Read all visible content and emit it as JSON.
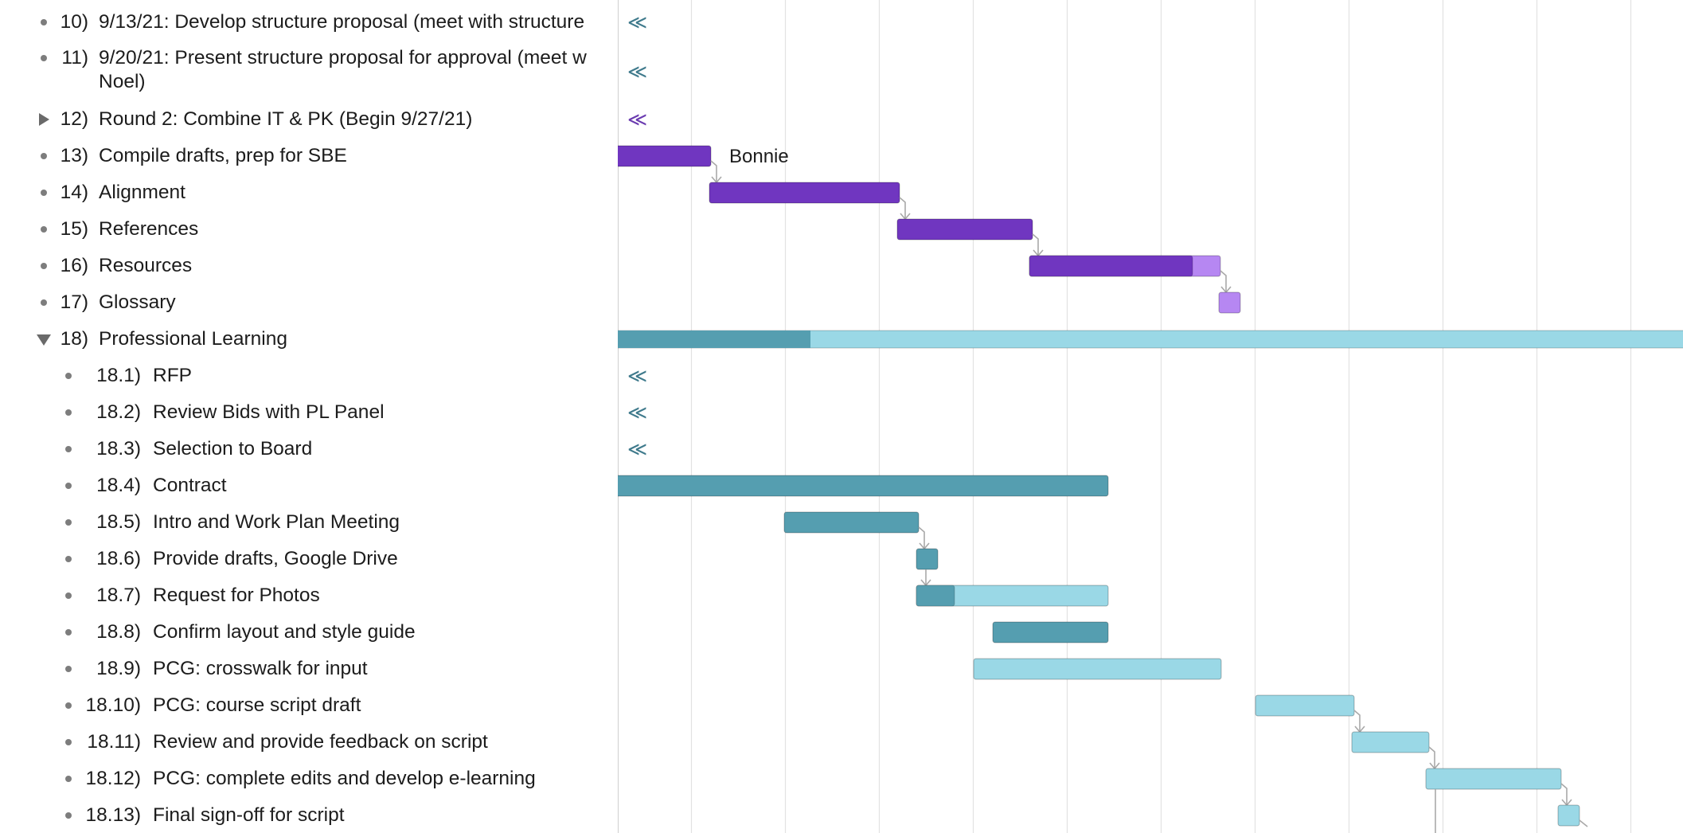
{
  "outline": {
    "rows": [
      {
        "number": "10)",
        "title": "9/13/21: Develop structure proposal (meet with structure",
        "marker": "bullet"
      },
      {
        "number": "11)",
        "title": "9/20/21: Present structure proposal for approval (meet w\nNoel)",
        "marker": "bullet"
      },
      {
        "number": "12)",
        "title": "Round 2: Combine IT & PK (Begin 9/27/21)",
        "marker": "collapsed"
      },
      {
        "number": "13)",
        "title": "Compile drafts, prep for SBE",
        "marker": "bullet"
      },
      {
        "number": "14)",
        "title": "Alignment",
        "marker": "bullet"
      },
      {
        "number": "15)",
        "title": "References",
        "marker": "bullet"
      },
      {
        "number": "16)",
        "title": "Resources",
        "marker": "bullet"
      },
      {
        "number": "17)",
        "title": "Glossary",
        "marker": "bullet"
      },
      {
        "number": "18)",
        "title": "Professional Learning",
        "marker": "expanded"
      },
      {
        "number": "18.1)",
        "title": "RFP",
        "marker": "bullet"
      },
      {
        "number": "18.2)",
        "title": "Review Bids with PL Panel",
        "marker": "bullet"
      },
      {
        "number": "18.3)",
        "title": "Selection to Board",
        "marker": "bullet"
      },
      {
        "number": "18.4)",
        "title": "Contract",
        "marker": "bullet"
      },
      {
        "number": "18.5)",
        "title": "Intro and Work Plan Meeting",
        "marker": "bullet"
      },
      {
        "number": "18.6)",
        "title": "Provide drafts, Google Drive",
        "marker": "bullet"
      },
      {
        "number": "18.7)",
        "title": "Request for Photos",
        "marker": "bullet"
      },
      {
        "number": "18.8)",
        "title": "Confirm layout and style guide",
        "marker": "bullet"
      },
      {
        "number": "18.9)",
        "title": "PCG: crosswalk for input",
        "marker": "bullet"
      },
      {
        "number": "18.10)",
        "title": "PCG: course script draft",
        "marker": "bullet"
      },
      {
        "number": "18.11)",
        "title": "Review and provide feedback on script",
        "marker": "bullet"
      },
      {
        "number": "18.12)",
        "title": "PCG: complete edits and develop e-learning",
        "marker": "bullet"
      },
      {
        "number": "18.13)",
        "title": "Final sign-off for script",
        "marker": "bullet"
      }
    ]
  },
  "gantt": {
    "offscreen_marker": "≪",
    "assignee_label": "Bonnie",
    "colors": {
      "purple_done": "#7036c0",
      "purple_todo": "#b687f2",
      "teal_done": "#559eb0",
      "teal_todo": "#9ad8e6",
      "arrow_purple": "#6a3bb0",
      "arrow_teal": "#3f7a8c",
      "connector": "#a9a9a9",
      "gridline": "#e2e2e2"
    }
  }
}
